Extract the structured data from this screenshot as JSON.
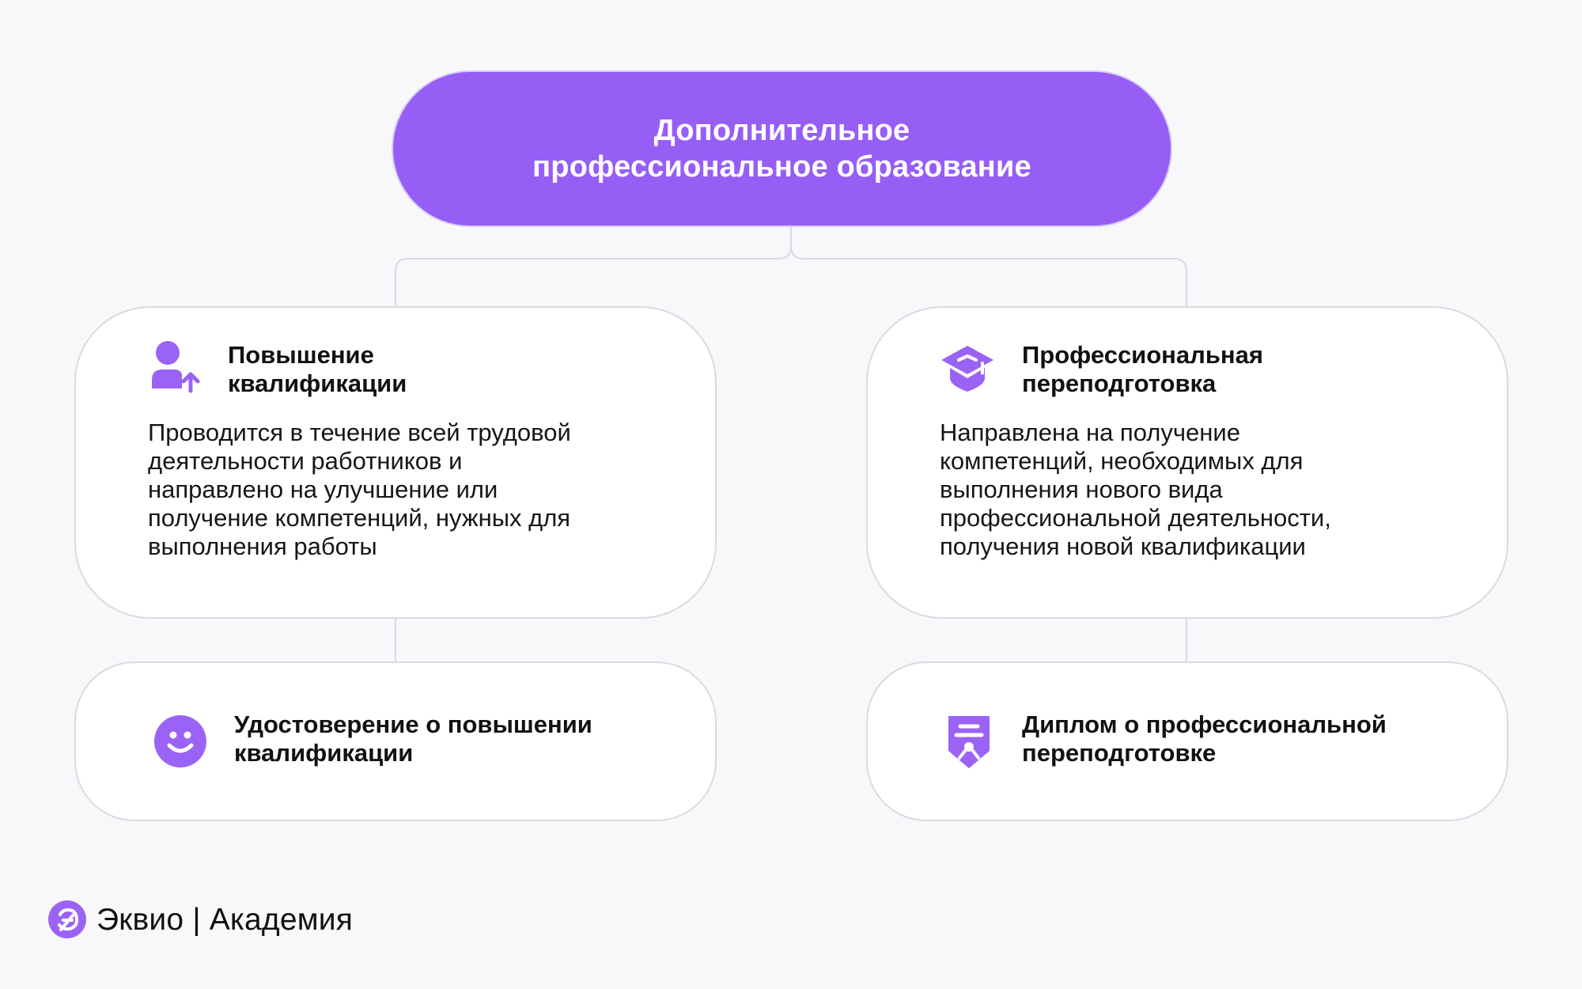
{
  "colors": {
    "page_background": "#f8f8fa",
    "root_fill": "#965ef5",
    "icon_accent": "#9b63f5",
    "connector": "#d9dbe2",
    "card_fill": "#ffffff"
  },
  "diagram": {
    "root": {
      "title": "Дополнительное\nпрофессиональное образование"
    },
    "branches": [
      {
        "title": "Повышение\nквалификации",
        "icon": "user-upgrade-icon",
        "description": "Проводится в течение всей трудовой\nдеятельности работников и\nнаправлено на улучшение или\nполучение компетенций, нужных для\nвыполнения работы",
        "result": {
          "title": "Удостоверение о повышении\nквалификации",
          "icon": "smile-icon"
        }
      },
      {
        "title": "Профессиональная\nпереподготовка",
        "icon": "graduation-cap-icon",
        "description": "Направлена на получение\nкомпетенций, необходимых для\nвыполнения нового вида\nпрофессиональной деятельности,\nполучения новой квалификации",
        "result": {
          "title": "Диплом о профессиональной\nпереподготовке",
          "icon": "diploma-icon"
        }
      }
    ]
  },
  "footer": {
    "brand": "Эквио | Академия",
    "logo_icon": "brand-logo-icon"
  }
}
